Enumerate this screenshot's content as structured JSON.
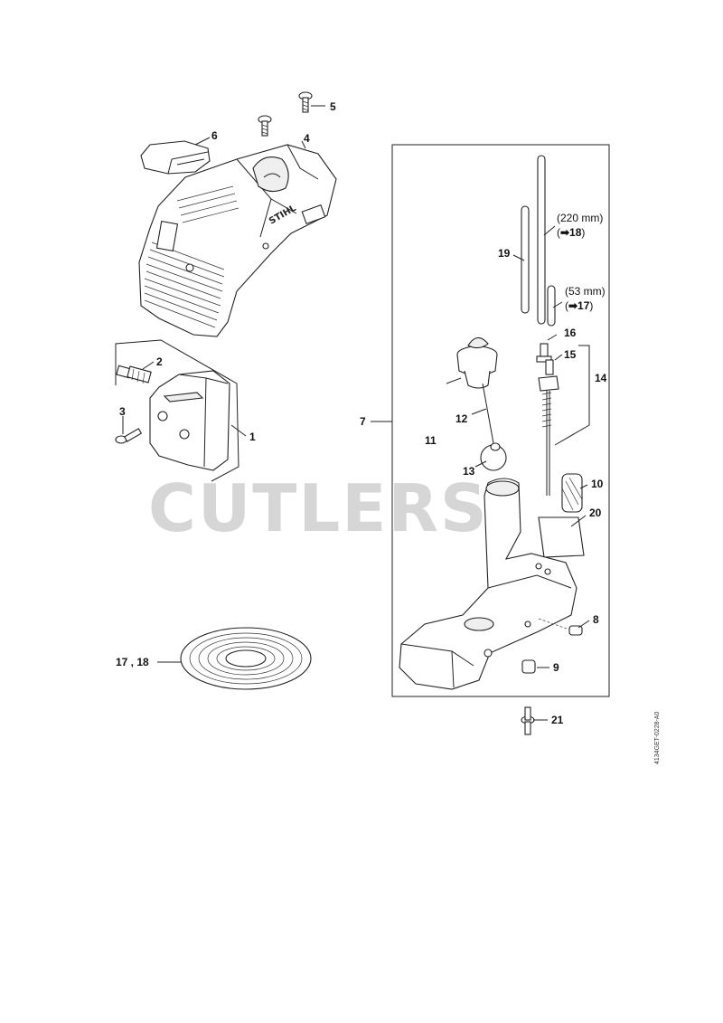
{
  "watermark": "CUTLERS",
  "doc_ref": "4134GET-0228-A0",
  "callouts": {
    "c1": "1",
    "c2": "2",
    "c3": "3",
    "c4": "4",
    "c5": "5",
    "c6": "6",
    "c7": "7",
    "c8": "8",
    "c9": "9",
    "c10": "10",
    "c11": "11",
    "c12": "12",
    "c13": "13",
    "c14": "14",
    "c15": "15",
    "c16": "16",
    "c17_18": "17 , 18",
    "c19": "19",
    "c20": "20",
    "c21": "21"
  },
  "notes": {
    "tube_long_length": "(220 mm)",
    "tube_long_ref_open": "(",
    "tube_long_ref": "➡18",
    "tube_long_ref_close": ")",
    "tube_short_length": "(53 mm)",
    "tube_short_ref_open": "(",
    "tube_short_ref": "➡17",
    "tube_short_ref_close": ")"
  },
  "cover_logo": "STIHL"
}
